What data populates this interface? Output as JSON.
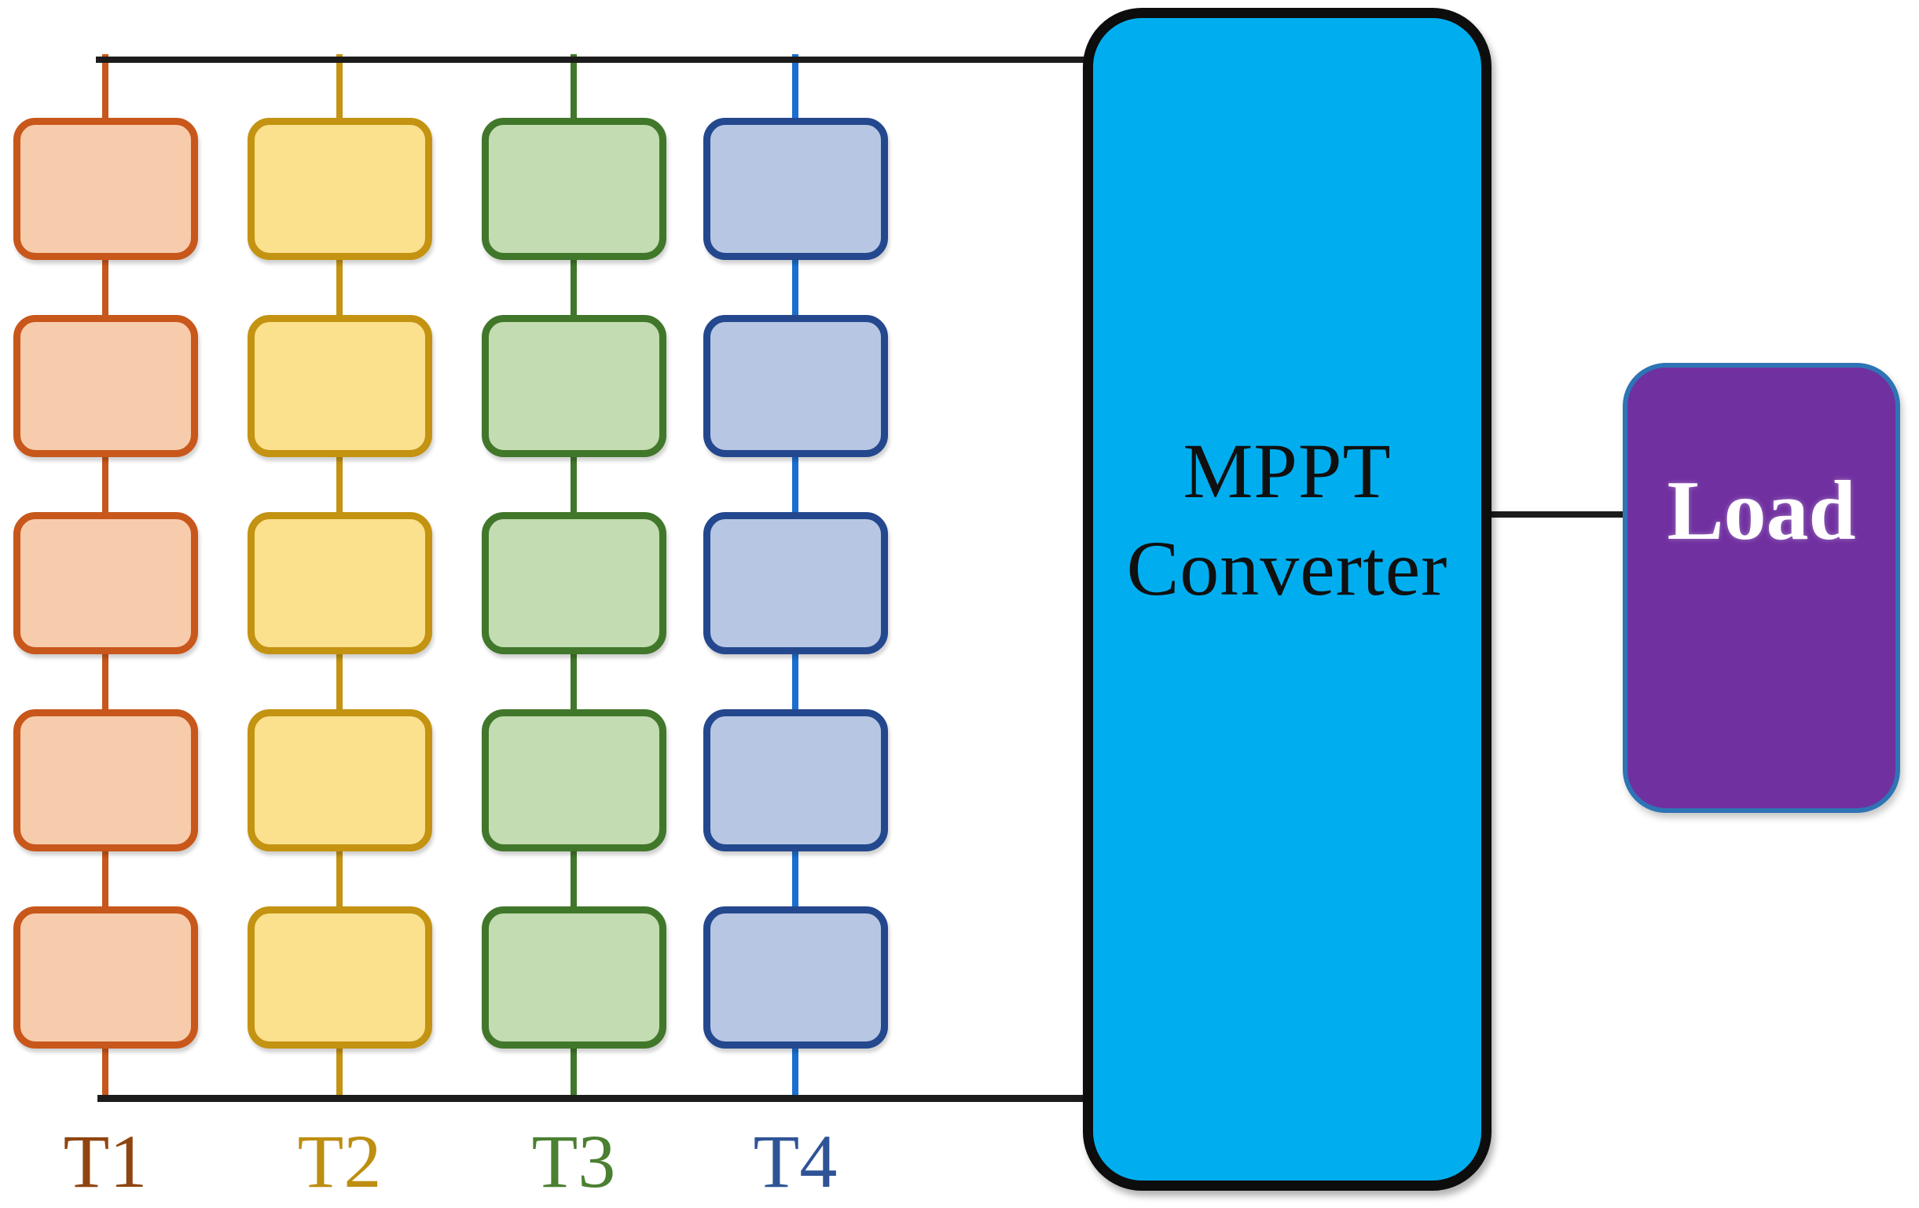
{
  "diagram": {
    "mppt": {
      "line1": "MPPT",
      "line2": "Converter",
      "fill": "#00AEEF",
      "border_color": "#0D0D0D",
      "text_color": "#101010"
    },
    "load": {
      "label": "Load",
      "fill": "#7030A0",
      "border_color": "#2E74B5",
      "text_color": "#FFFFFF"
    },
    "bus_wire_color": "#1C1C1C",
    "strings": [
      {
        "label": "T1",
        "module_count": 5,
        "module_fill": "#F7CCAC",
        "module_border": "#C8571B",
        "wire_color": "#C8571B",
        "label_color": "#8F4511"
      },
      {
        "label": "T2",
        "module_count": 5,
        "module_fill": "#FBE08D",
        "module_border": "#C39311",
        "wire_color": "#C39311",
        "label_color": "#BD8E10"
      },
      {
        "label": "T3",
        "module_count": 5,
        "module_fill": "#C3DCB1",
        "module_border": "#41772A",
        "wire_color": "#41772A",
        "label_color": "#4A8031"
      },
      {
        "label": "T4",
        "module_count": 5,
        "module_fill": "#B7C7E3",
        "module_border": "#24488E",
        "wire_color": "#1B6FD0",
        "label_color": "#2F5496"
      }
    ]
  }
}
